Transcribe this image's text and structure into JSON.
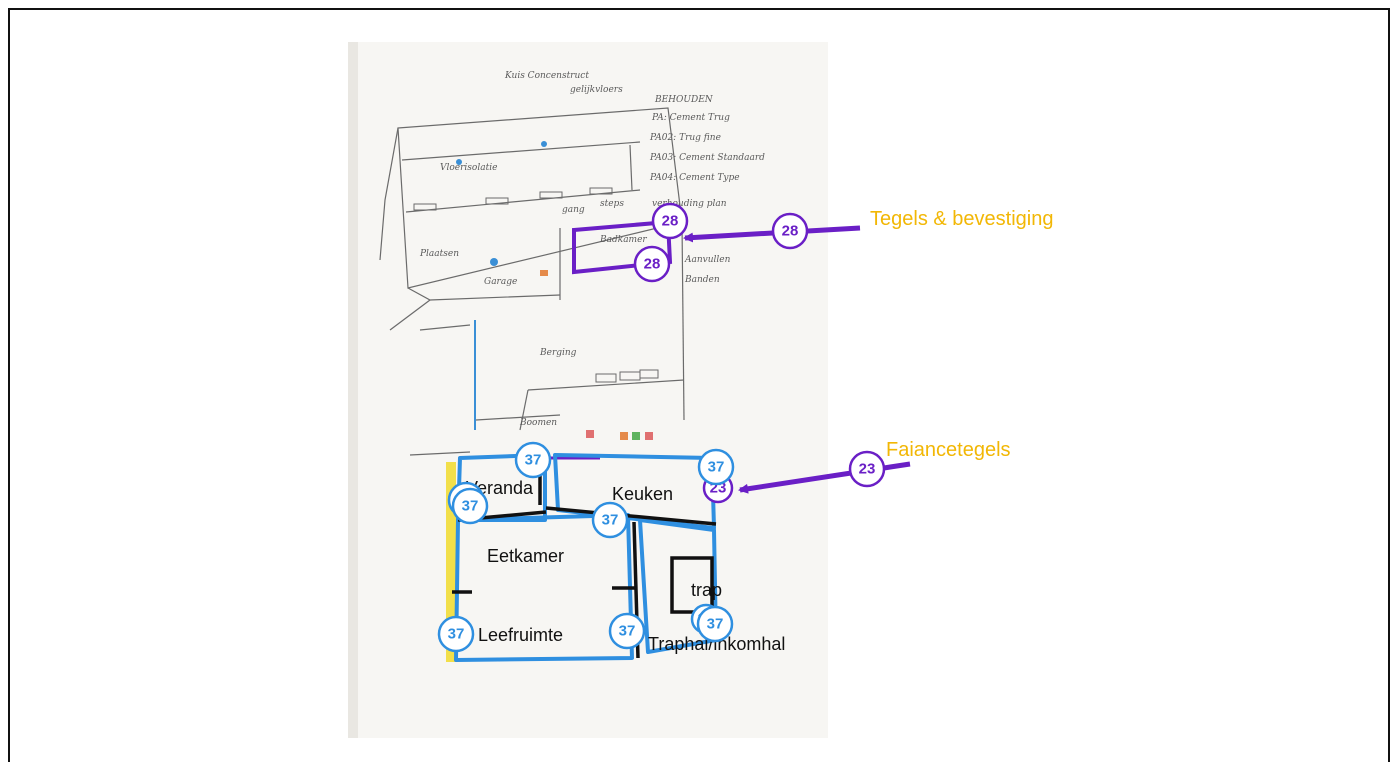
{
  "colors": {
    "purple": "#6a1fc6",
    "blue": "#2f8fe0",
    "gold": "#f2b705",
    "black": "#111111",
    "paper": "#f7f6f3"
  },
  "callouts": {
    "tiles_fastening": "Tegels & bevestiging",
    "wall_tiles": "Faiancetegels"
  },
  "rooms": {
    "veranda": "Veranda",
    "keuken": "Keuken",
    "eetkamer": "Eetkamer",
    "trap": "trap",
    "leefruimte": "Leefruimte",
    "traphal": "Traphal/inkomhal"
  },
  "badges": {
    "b28_a": "28",
    "b28_b": "28",
    "b28_c": "28",
    "b23_a": "23",
    "b23_b": "23",
    "b37_1": "37",
    "b37_2": "37",
    "b37_3": "37",
    "b37_4": "37",
    "b37_5": "37",
    "b37_6": "37",
    "b37_7": "37",
    "b37_8": "37",
    "b37_9": "37"
  },
  "sketch": {
    "heading": "Kuis Concenstruct",
    "heading_sub": "gelijkvloers",
    "notes": [
      "BEHOUDEN",
      "PA: Cement Trug",
      "PA02: Trug fine",
      "PA03: Cement Standaard",
      "PA04: Cement Type",
      "verhouding plan",
      "Aanvullen",
      "Banden"
    ],
    "labels": [
      "Vloerisolatie",
      "gang",
      "steps",
      "Badkamer",
      "Garage",
      "Berging",
      "Plaatsen",
      "Boomen"
    ]
  }
}
